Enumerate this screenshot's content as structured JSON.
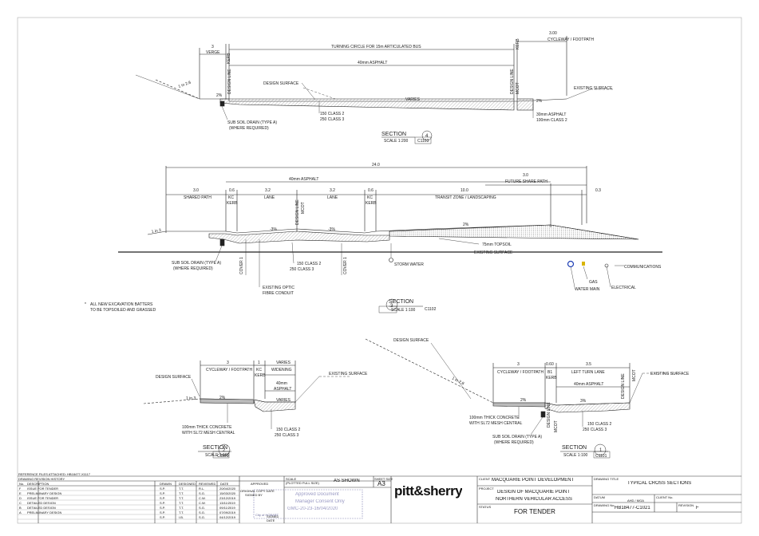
{
  "section4": {
    "top_dims": {
      "verge": "3",
      "verge_label": "VERGE",
      "kerb": "KERB",
      "turning": "TURNING CIRCLE FOR 15m ARTICULATED BUS",
      "cycleway_dim": "3.00",
      "cycleway": "CYCLEWAY / FOOTPATH"
    },
    "asphalt": "40mm ASPHALT",
    "design_line": "DESIGN LINE",
    "mod_label": "MCOT",
    "batter": "1 in 2.8",
    "design_surface": "DESIGN SURFACE",
    "existing_surface": "EXISTING SURFACE",
    "grade_left": "2%",
    "grade_right": "2%",
    "varies": "VARIES",
    "subsoil": [
      "SUB SOIL DRAIN (TYPE A)",
      "(WHERE REQUIRED)"
    ],
    "class2": "150 CLASS 2",
    "class3": "250 CLASS 3",
    "asphalt30": "30mm ASPHALT",
    "class2b": "100mm CLASS 2",
    "title": "SECTION",
    "num": "4",
    "scale": "SCALE 1:200",
    "ref": "C1103"
  },
  "section3": {
    "overall": "24.0",
    "asphalt": "40mm ASPHALT",
    "future": "FUTURE SHARE PATH",
    "future_dim": "3.0",
    "dims": [
      "3.0",
      "0.6",
      "3.2",
      "3.2",
      "0.6",
      "10.0",
      "0.3"
    ],
    "labels": {
      "shared": "SHARED PATH",
      "kc": "KC",
      "kerb": "KERB",
      "lane1": "LANE",
      "lane2": "LANE",
      "transit": "TRANSIT ZONE / LANDSCAPING"
    },
    "design_line": "DESIGN LINE",
    "mod_label": "MCOT",
    "batter": "1 in 3",
    "grade1": "-3%",
    "grade2": "-3%",
    "grade3": "2%",
    "topsoil": "75mm TOPSOIL",
    "existing_surface": "EXISTING SURFACE",
    "subsoil": [
      "SUB SOIL DRAIN (TYPE A)",
      "(WHERE REQUIRED)"
    ],
    "class2": "150 CLASS 2",
    "class3": "250 CLASS 3",
    "cover": "COVER",
    "cover_dim": "1",
    "optic": [
      "EXISTING OPTIC",
      "FIBRE CONDUIT"
    ],
    "storm": "STORM WATER",
    "comms": "COMMUNICATIONS",
    "gas": "GAS",
    "electrical": "ELECTRICAL",
    "water": "WATER MAIN",
    "note": [
      "ALL NEW EXCAVATION BATTERS",
      "TO BE TOPSOILED AND GRASSED"
    ],
    "note_star": "*",
    "title": "SECTION",
    "num": "3",
    "scale": "SCALE 1:100",
    "ref": "C1102"
  },
  "section2": {
    "dims": [
      "3",
      "1",
      "VARIES"
    ],
    "cycleway": "CYCLEWAY / FOOTPATH",
    "kc": "KC",
    "kerb": "KERB",
    "widening": "WIDENING",
    "asphalt_a": "40mm",
    "asphalt_b": "ASPHALT",
    "design_surface": "DESIGN SURFACE",
    "existing_surface": "EXISTING SURFACE",
    "batter": "1 in 3",
    "grade": "2%",
    "varies": "VARIES",
    "concrete": [
      "100mm THICK CONCRETE",
      "WITH SL72 MESH CENTRAL"
    ],
    "class2": "150 CLASS 2",
    "class3": "250 CLASS 3",
    "title": "SECTION",
    "num": "2",
    "scale": "SCALE 1:100",
    "ref": "C1101"
  },
  "section1": {
    "dims": [
      "3",
      "0.60",
      "3.5"
    ],
    "cycleway": "CYCLEWAY / FOOTPATH",
    "kc": "B1",
    "kerb": "KERB",
    "left_turn": "LEFT TURN LANE",
    "asphalt": "40mm ASPHALT",
    "design_surface": "DESIGN SURFACE",
    "existing_surface": "EXISTING SURFACE",
    "design_line": "DESIGN LINE",
    "mod_label": "MCOT",
    "batter": "1 in 2.8",
    "grade1": "2%",
    "grade2": "3%",
    "concrete": [
      "100mm THICK CONCRETE",
      "WITH SL72 MESH CENTRAL"
    ],
    "subsoil": [
      "SUB SOIL DRAIN (TYPE A)",
      "(WHERE REQUIRED)"
    ],
    "class2": "150 CLASS 2",
    "class3": "250 CLASS 3",
    "title": "SECTION",
    "num": "1",
    "scale": "SCALE 1:100",
    "ref": "C1101"
  },
  "titleblock": {
    "ref_files": "REFERENCE FILES ATTACHED: HB18477-X1117",
    "history_title": "DRAWING REVISION HISTORY",
    "history_headers": [
      "No.",
      "DESCRIPTION",
      "DRAWN",
      "DESIGNED",
      "REVIEWED",
      "DATE"
    ],
    "history_rows": [
      [
        "F",
        "ISSUE FOR TENDER",
        "S.P.",
        "T.T.",
        "R.L.",
        "20/04/2020"
      ],
      [
        "E",
        "PRELIMINARY DESIGN",
        "S.P.",
        "T.T.",
        "S.G.",
        "15/03/2020"
      ],
      [
        "D",
        "ISSUE FOR TENDER",
        "S.P.",
        "T.T.",
        "C.W.",
        "23/12/2019"
      ],
      [
        "C",
        "DETAILED DESIGN",
        "S.P.",
        "T.T.",
        "C.W.",
        "13/11/2019"
      ],
      [
        "B",
        "DETAILED DESIGN",
        "S.P.",
        "T.T.",
        "S.G.",
        "09/11/2019"
      ],
      [
        "A",
        "PRELIMINARY DESIGN",
        "S.P.",
        "T.T.",
        "S.G.",
        "07/09/2019"
      ],
      [
        "",
        "",
        "S.P.",
        "I.B.",
        "S.G.",
        "04/12/2019"
      ]
    ],
    "approved": "APPROVED",
    "original_copy": "ORIGINAL COPY DATE",
    "signed_by": "SIGNED BY",
    "signed": "SIGNED",
    "date": "DATE",
    "scale_label": "SCALE",
    "scale_sub": "(PLOTTED FULL SIZE)",
    "as_shown": "AS SHOWN",
    "sheet_size": "SHEET SIZE",
    "sheet": "A3",
    "stamp": [
      "Approved Document",
      "Manager Consent Only",
      "GMC-20-23-16/04/2020"
    ],
    "city": "City of HOBART",
    "logo": "pitt&sherry",
    "client_label": "CLIENT",
    "client": "MACQUARIE POINT DEVELOPMENT",
    "project_label": "PROJECT",
    "project": [
      "DESIGN OF MACQUARIE POINT",
      "NORTHERN VEHICULAR ACCESS"
    ],
    "status_label": "STATUS",
    "status": "FOR TENDER",
    "title_label": "DRAWING TITLE",
    "title": "TYPICAL CROSS SECTIONS",
    "datum_label": "DATUM",
    "datum": "AHD / MGA",
    "client_no_label": "CLIENT No.",
    "drawing_no_label": "DRAWING No.",
    "drawing_no": "HB18477-C1021",
    "revision_label": "REVISION",
    "revision": "F"
  },
  "colors": {
    "line": "#222222",
    "hatch": "#8a8a8a",
    "water": "#1f3fb5",
    "gas": "#d8b400"
  }
}
